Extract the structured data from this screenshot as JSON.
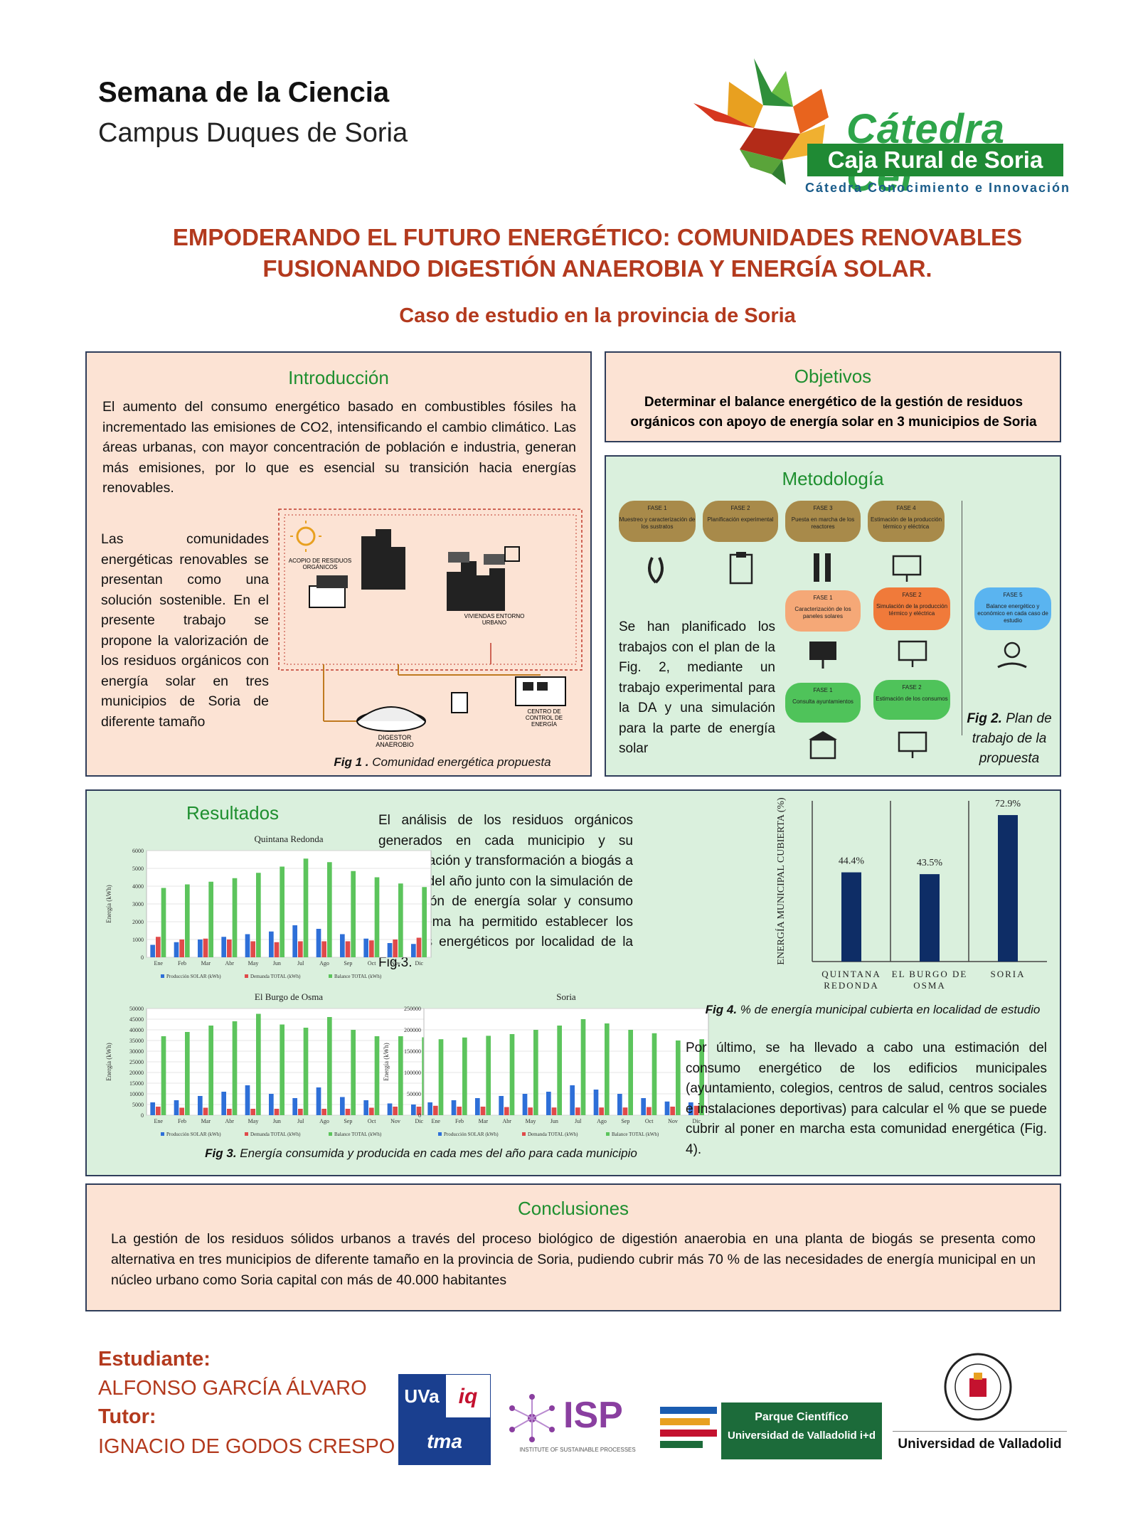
{
  "header": {
    "line1": "Semana de la Ciencia",
    "line2": "Campus Duques de Soria"
  },
  "logo": {
    "name": "Cátedra CeI",
    "org": "Caja Rural de Soria",
    "tagline": "Cátedra Conocimiento e Innovación"
  },
  "title": {
    "line1": "EMPODERANDO EL FUTURO ENERGÉTICO: COMUNIDADES RENOVABLES",
    "line2": "FUSIONANDO DIGESTIÓN ANAEROBIA Y ENERGÍA SOLAR.",
    "subtitle": "Caso de estudio en la provincia de Soria"
  },
  "intro": {
    "heading": "Introducción",
    "p1": "El aumento del consumo energético basado en combustibles fósiles ha incrementado las emisiones de CO2, intensificando el cambio climático. Las áreas urbanas, con mayor concentración de población e industria, generan más emisiones, por lo que es esencial su transición hacia energías renovables.",
    "p2": "Las comunidades energéticas renovables se presentan como una solución sostenible. En el presente trabajo se propone la valorización de los residuos orgánicos con energía solar en tres municipios de Soria de diferente tamaño",
    "fig1_labels": {
      "acopio": "ACOPIO DE RESIDUOS ORGÁNICOS",
      "viviendas": "VIVIENDAS ENTORNO URBANO",
      "centro": "CENTRO DE CONTROL DE ENERGÍA",
      "digestor": "DIGESTOR ANAEROBIO"
    },
    "fig1_num": "Fig 1 .",
    "fig1_text": " Comunidad energética propuesta"
  },
  "objetivos": {
    "heading": "Objetivos",
    "text": "Determinar el balance energético de la gestión de residuos orgánicos con apoyo de energía solar en 3 municipios de Soria"
  },
  "metodologia": {
    "heading": "Metodología",
    "text": "Se han planificado los trabajos con el plan de la Fig. 2, mediante un trabajo experimental para la DA y una simulación para la parte de energía solar",
    "fig2_num": "Fig 2.",
    "fig2_text": " Plan de trabajo de la propuesta",
    "phases": [
      {
        "t": "FASE 1",
        "d": "Muestreo y caracterización de los sustratos"
      },
      {
        "t": "FASE 2",
        "d": "Planificación experimental"
      },
      {
        "t": "FASE 3",
        "d": "Puesta en marcha de los reactores"
      },
      {
        "t": "FASE 4",
        "d": "Estimación de la producción térmico y eléctrica"
      },
      {
        "t": "FASE 1",
        "d": "Caracterización de los paneles solares"
      },
      {
        "t": "FASE 2",
        "d": "Simulación de la producción térmico y eléctrica"
      },
      {
        "t": "FASE 5",
        "d": "Balance energético y económico en cada caso de estudio"
      },
      {
        "t": "FASE 1",
        "d": "Consulta ayuntamientos"
      },
      {
        "t": "FASE 2",
        "d": "Estimación de los consumos"
      }
    ]
  },
  "resultados": {
    "heading": "Resultados",
    "text": "El análisis de los residuos orgánicos generados en cada municipio y su cuantificación y transformación a biogás a lo largo del año junto con la simulación de producción de energía solar y consumo del sistema ha permitido establecer los balances energéticos por localidad de la Fig.3.",
    "fig3_num": "Fig 3.",
    "fig3_text": " Energía consumida y producida en cada mes del año para cada municipio",
    "fig4_num": "Fig 4.",
    "fig4_text": " % de energía municipal cubierta en localidad de estudio",
    "text2": "Por último, se ha llevado a cabo una estimación del consumo energético de los edificios municipales (ayuntamiento, colegios, centros de salud, centros sociales e instalaciones deportivas) para calcular el % que se puede cubrir al poner en marcha esta comunidad energética (Fig. 4)."
  },
  "conclusiones": {
    "heading": "Conclusiones",
    "text": "La gestión de los residuos sólidos urbanos a través del proceso biológico de digestión anaerobia en una planta de biogás se presenta como alternativa en tres municipios de diferente tamaño en la provincia de Soria, pudiendo cubrir más 70 % de las necesidades de energía municipal en un núcleo urbano como Soria capital con más de 40.000 habitantes"
  },
  "footer": {
    "student_label": "Estudiante:",
    "student": "ALFONSO GARCÍA ÁLVARO",
    "tutor_label": "Tutor:",
    "tutor": "IGNACIO DE GODOS CRESPO",
    "logos": {
      "uva": "UVa",
      "iq": "iq",
      "tma": "tma",
      "isp": "ISP",
      "isp_sub": "INSTITUTE OF SUSTAINABLE PROCESSES",
      "parque1": "Parque Científico",
      "parque2": "Universidad de Valladolid i+d",
      "univ": "Universidad de Valladolid"
    }
  },
  "colors": {
    "solar": "#2e6fd8",
    "demanda": "#e04a4a",
    "balance": "#5cc45c",
    "bar4": "#0e2d66",
    "accent": "#b33a1e",
    "heading_green": "#1e8f2f"
  },
  "chart_data": [
    {
      "type": "bar",
      "title": "Quintana Redonda",
      "ylabel": "Energía (kWh)",
      "ylim": [
        0,
        6000
      ],
      "yticks": [
        "0",
        "1000",
        "2000",
        "3000",
        "4000",
        "5000",
        "6000"
      ],
      "categories": [
        "Ene",
        "Feb",
        "Mar",
        "Abr",
        "May",
        "Jun",
        "Jul",
        "Ago",
        "Sep",
        "Oct",
        "Nov",
        "Dic"
      ],
      "series": [
        {
          "name": "Producción SOLAR (kWh)",
          "values": [
            700,
            850,
            1000,
            1150,
            1300,
            1450,
            1800,
            1600,
            1300,
            1050,
            800,
            750
          ]
        },
        {
          "name": "Demanda TOTAL (kWh)",
          "values": [
            1150,
            1000,
            1050,
            1000,
            900,
            850,
            900,
            900,
            900,
            950,
            1000,
            1100
          ]
        },
        {
          "name": "Balance TOTAL (kWh)",
          "values": [
            3900,
            4100,
            4250,
            4450,
            4750,
            5100,
            5550,
            5350,
            4850,
            4500,
            4150,
            3950
          ]
        }
      ]
    },
    {
      "type": "bar",
      "title": "El Burgo de Osma",
      "ylabel": "Energía (kWh)",
      "ylim": [
        0,
        50000
      ],
      "yticks": [
        "0",
        "5000",
        "10000",
        "15000",
        "20000",
        "25000",
        "30000",
        "35000",
        "40000",
        "45000",
        "50000"
      ],
      "categories": [
        "Ene",
        "Feb",
        "Mar",
        "Abr",
        "May",
        "Jun",
        "Jul",
        "Ago",
        "Sep",
        "Oct",
        "Nov",
        "Dic"
      ],
      "series": [
        {
          "name": "Producción SOLAR (kWh)",
          "values": [
            6000,
            7000,
            9000,
            11000,
            14000,
            10000,
            8000,
            13000,
            8500,
            7000,
            5500,
            5000
          ]
        },
        {
          "name": "Demanda TOTAL (kWh)",
          "values": [
            4000,
            3500,
            3500,
            3000,
            3000,
            3000,
            3000,
            3000,
            3000,
            3500,
            4000,
            4000
          ]
        },
        {
          "name": "Balance TOTAL (kWh)",
          "values": [
            37000,
            39000,
            42000,
            44000,
            47500,
            42500,
            41000,
            46000,
            40000,
            37000,
            37000,
            36500
          ]
        }
      ]
    },
    {
      "type": "bar",
      "title": "Soria",
      "ylabel": "Energía (kWh)",
      "ylim": [
        0,
        250000
      ],
      "yticks": [
        "0",
        "50000",
        "100000",
        "150000",
        "200000",
        "250000"
      ],
      "categories": [
        "Ene",
        "Feb",
        "Mar",
        "Abr",
        "May",
        "Jun",
        "Jul",
        "Ago",
        "Sep",
        "Oct",
        "Nov",
        "Dic"
      ],
      "series": [
        {
          "name": "Producción SOLAR (kWh)",
          "values": [
            30000,
            35000,
            40000,
            45000,
            50000,
            55000,
            70000,
            60000,
            50000,
            40000,
            32000,
            30000
          ]
        },
        {
          "name": "Demanda TOTAL (kWh)",
          "values": [
            22000,
            20000,
            20000,
            19000,
            18000,
            18000,
            18000,
            18000,
            18000,
            19000,
            20000,
            22000
          ]
        },
        {
          "name": "Balance TOTAL (kWh)",
          "values": [
            178000,
            182000,
            186000,
            190000,
            200000,
            210000,
            225000,
            215000,
            200000,
            192000,
            175000,
            178000
          ]
        }
      ]
    },
    {
      "type": "bar",
      "ylabel": "ENERGÍA MUNICIPAL CUBIERTA (%)",
      "ylim": [
        0,
        80
      ],
      "categories": [
        "QUINTANA REDONDA",
        "EL BURGO DE OSMA",
        "SORIA"
      ],
      "values": [
        44.4,
        43.5,
        72.9
      ],
      "labels": [
        "44.4%",
        "43.5%",
        "72.9%"
      ]
    }
  ]
}
